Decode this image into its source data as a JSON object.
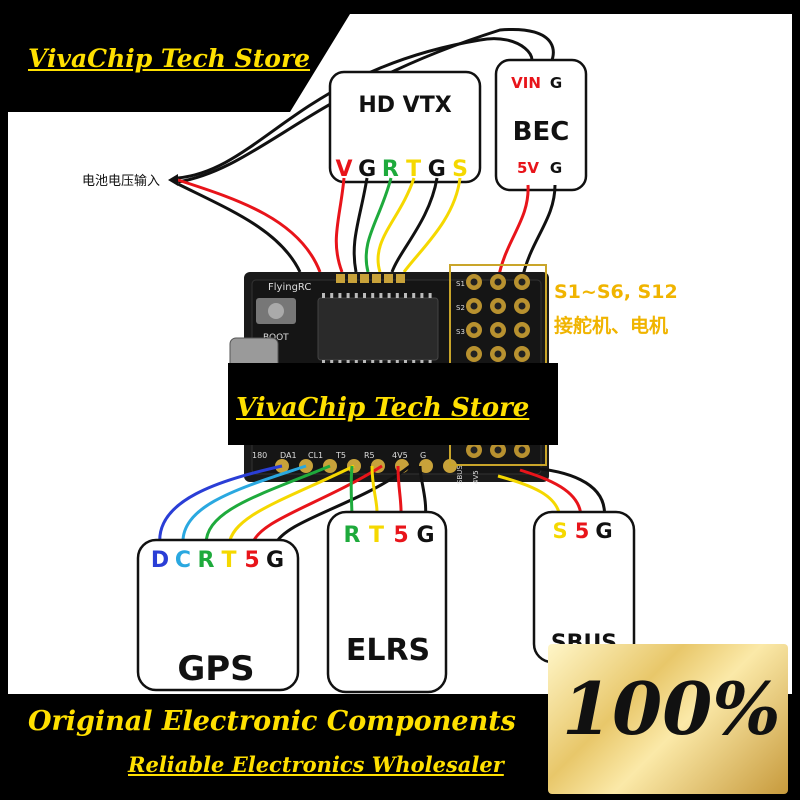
{
  "store_name_top": "VivaChip Tech Store",
  "store_name_center": "VivaChip Tech Store",
  "tagline_primary": "Original Electronic Components",
  "tagline_secondary": "Reliable Electronics Wholesaler",
  "badge": "100%",
  "battery_label": "电池电压输入",
  "board": {
    "brand": "FlyingRC",
    "button_label": "BOOT",
    "servo_pin_labels": [
      "S1",
      "S2",
      "S3"
    ],
    "bottom_pad_labels": [
      "180",
      "DA1",
      "CL1",
      "T5",
      "R5",
      "4V5",
      "G"
    ],
    "sbus_pad_labels": [
      "SBUS",
      "4V5"
    ]
  },
  "servo_note": {
    "line1": "S1~S6, S12",
    "line2": "接舵机、电机"
  },
  "modules": {
    "hd_vtx": {
      "title": "HD VTX",
      "pins": [
        {
          "label": "V",
          "color": "#e8141a"
        },
        {
          "label": "G",
          "color": "#111111"
        },
        {
          "label": "R",
          "color": "#1eaa3c"
        },
        {
          "label": "T",
          "color": "#f5d800"
        },
        {
          "label": "G",
          "color": "#111111"
        },
        {
          "label": "S",
          "color": "#f5d800"
        }
      ]
    },
    "bec": {
      "title": "BEC",
      "top_pins": [
        {
          "label": "VIN",
          "color": "#e8141a"
        },
        {
          "label": "G",
          "color": "#111111"
        }
      ],
      "bottom_pins": [
        {
          "label": "5V",
          "color": "#e8141a"
        },
        {
          "label": "G",
          "color": "#111111"
        }
      ]
    },
    "gps": {
      "title": "GPS",
      "pins": [
        {
          "label": "D",
          "color": "#2a3ed6"
        },
        {
          "label": "C",
          "color": "#2aa8e0"
        },
        {
          "label": "R",
          "color": "#1eaa3c"
        },
        {
          "label": "T",
          "color": "#f5d800"
        },
        {
          "label": "5",
          "color": "#e8141a"
        },
        {
          "label": "G",
          "color": "#111111"
        }
      ]
    },
    "elrs": {
      "title": "ELRS",
      "pins": [
        {
          "label": "R",
          "color": "#1eaa3c"
        },
        {
          "label": "T",
          "color": "#f5d800"
        },
        {
          "label": "5",
          "color": "#e8141a"
        },
        {
          "label": "G",
          "color": "#111111"
        }
      ]
    },
    "sbus": {
      "title": "SBUS",
      "pins": [
        {
          "label": "S",
          "color": "#f5d800"
        },
        {
          "label": "5",
          "color": "#e8141a"
        },
        {
          "label": "G",
          "color": "#111111"
        }
      ]
    }
  },
  "colors": {
    "banner_text": "#ffe000",
    "wire_red": "#e8141a",
    "wire_black": "#111111",
    "wire_green": "#1eaa3c",
    "wire_yellow": "#f5d800",
    "wire_blue": "#2a3ed6",
    "wire_cyan": "#2aa8e0",
    "note_text": "#f0b400"
  }
}
